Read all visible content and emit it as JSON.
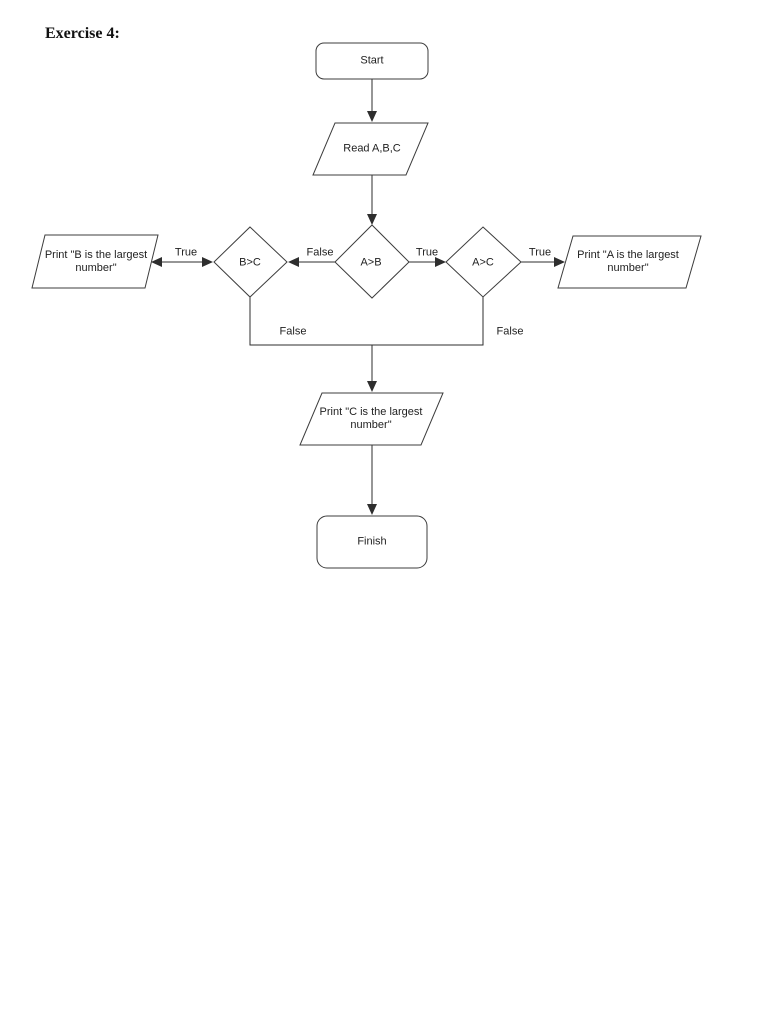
{
  "page": {
    "title": "Exercise 4:"
  },
  "flowchart": {
    "nodes": {
      "start": {
        "label": "Start"
      },
      "read": {
        "label": "Read A,B,C"
      },
      "decision_ab": {
        "label": "A>B"
      },
      "decision_bc": {
        "label": "B>C"
      },
      "decision_ac": {
        "label": "A>C"
      },
      "print_b": {
        "lines": [
          "Print \"B is the largest",
          "number\""
        ]
      },
      "print_a": {
        "lines": [
          "Print \"A is the largest",
          "number\""
        ]
      },
      "print_c": {
        "lines": [
          "Print \"C is the largest",
          "number\""
        ]
      },
      "finish": {
        "label": "Finish"
      }
    },
    "edge_labels": {
      "ab_false": "False",
      "ab_true": "True",
      "bc_true": "True",
      "ac_true": "True",
      "bc_false": "False",
      "ac_false": "False"
    },
    "colors": {
      "stroke": "#3c3c3c",
      "text": "#1f1f1f",
      "background": "#ffffff"
    }
  }
}
